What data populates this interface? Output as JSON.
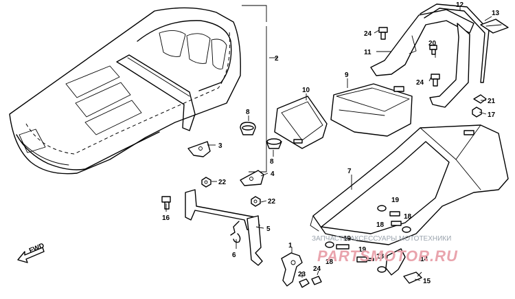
{
  "callouts": [
    {
      "id": "c1",
      "text": "1"
    },
    {
      "id": "c2",
      "text": "2"
    },
    {
      "id": "c3",
      "text": "3"
    },
    {
      "id": "c4",
      "text": "4"
    },
    {
      "id": "c5",
      "text": "5"
    },
    {
      "id": "c6",
      "text": "6"
    },
    {
      "id": "c7",
      "text": "7"
    },
    {
      "id": "c8a",
      "text": "8"
    },
    {
      "id": "c8b",
      "text": "8"
    },
    {
      "id": "c9",
      "text": "9"
    },
    {
      "id": "c10",
      "text": "10"
    },
    {
      "id": "c11",
      "text": "11"
    },
    {
      "id": "c12",
      "text": "12"
    },
    {
      "id": "c13",
      "text": "13"
    },
    {
      "id": "c14",
      "text": "14"
    },
    {
      "id": "c15",
      "text": "15"
    },
    {
      "id": "c16",
      "text": "16"
    },
    {
      "id": "c17",
      "text": "17"
    },
    {
      "id": "c18a",
      "text": "18"
    },
    {
      "id": "c18b",
      "text": "18"
    },
    {
      "id": "c18c",
      "text": "18"
    },
    {
      "id": "c18d",
      "text": "18"
    },
    {
      "id": "c19a",
      "text": "19"
    },
    {
      "id": "c19b",
      "text": "19"
    },
    {
      "id": "c19c",
      "text": "19"
    },
    {
      "id": "c20",
      "text": "20"
    },
    {
      "id": "c21",
      "text": "21"
    },
    {
      "id": "c22a",
      "text": "22"
    },
    {
      "id": "c22b",
      "text": "22"
    },
    {
      "id": "c23",
      "text": "23"
    },
    {
      "id": "c24a",
      "text": "24"
    },
    {
      "id": "c24b",
      "text": "24"
    },
    {
      "id": "c24c",
      "text": "24"
    }
  ],
  "direction_marker": "FWD",
  "watermark": {
    "line": "ЗАПЧАСТИ АКСЕССУАРЫ МОТОТЕХНИКИ",
    "brand": "PARTSMOTOR.RU"
  }
}
